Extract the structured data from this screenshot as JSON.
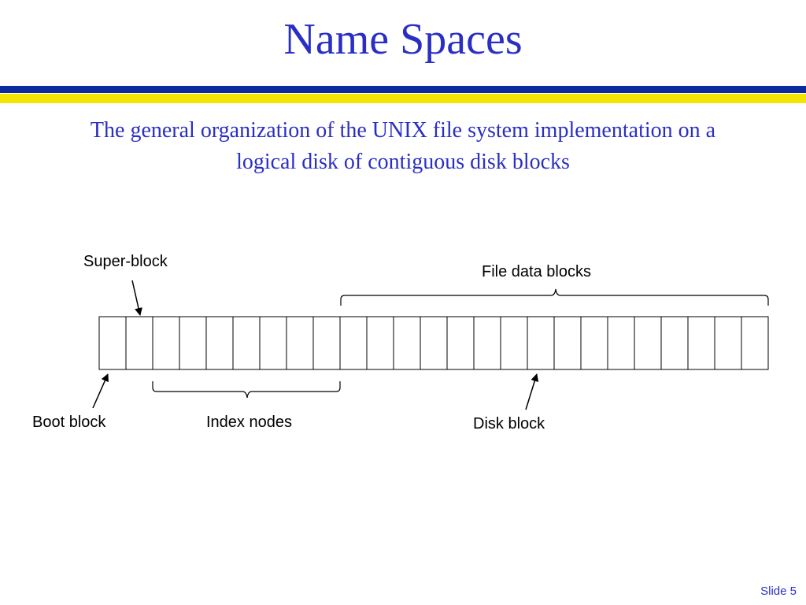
{
  "slide": {
    "title": "Name Spaces",
    "subtitle_line1": "The general organization of the UNIX file system implementation on a",
    "subtitle_line2": "logical disk of contiguous disk blocks",
    "slide_number": "Slide 5"
  },
  "diagram": {
    "block_count": 25,
    "labels": {
      "super_block": "Super-block",
      "file_data_blocks": "File data blocks",
      "boot_block": "Boot block",
      "index_nodes": "Index nodes",
      "disk_block": "Disk block"
    }
  },
  "colors": {
    "title": "#2a2fc4",
    "bar_blue": "#0b2a9e",
    "bar_yellow": "#f2e600"
  }
}
